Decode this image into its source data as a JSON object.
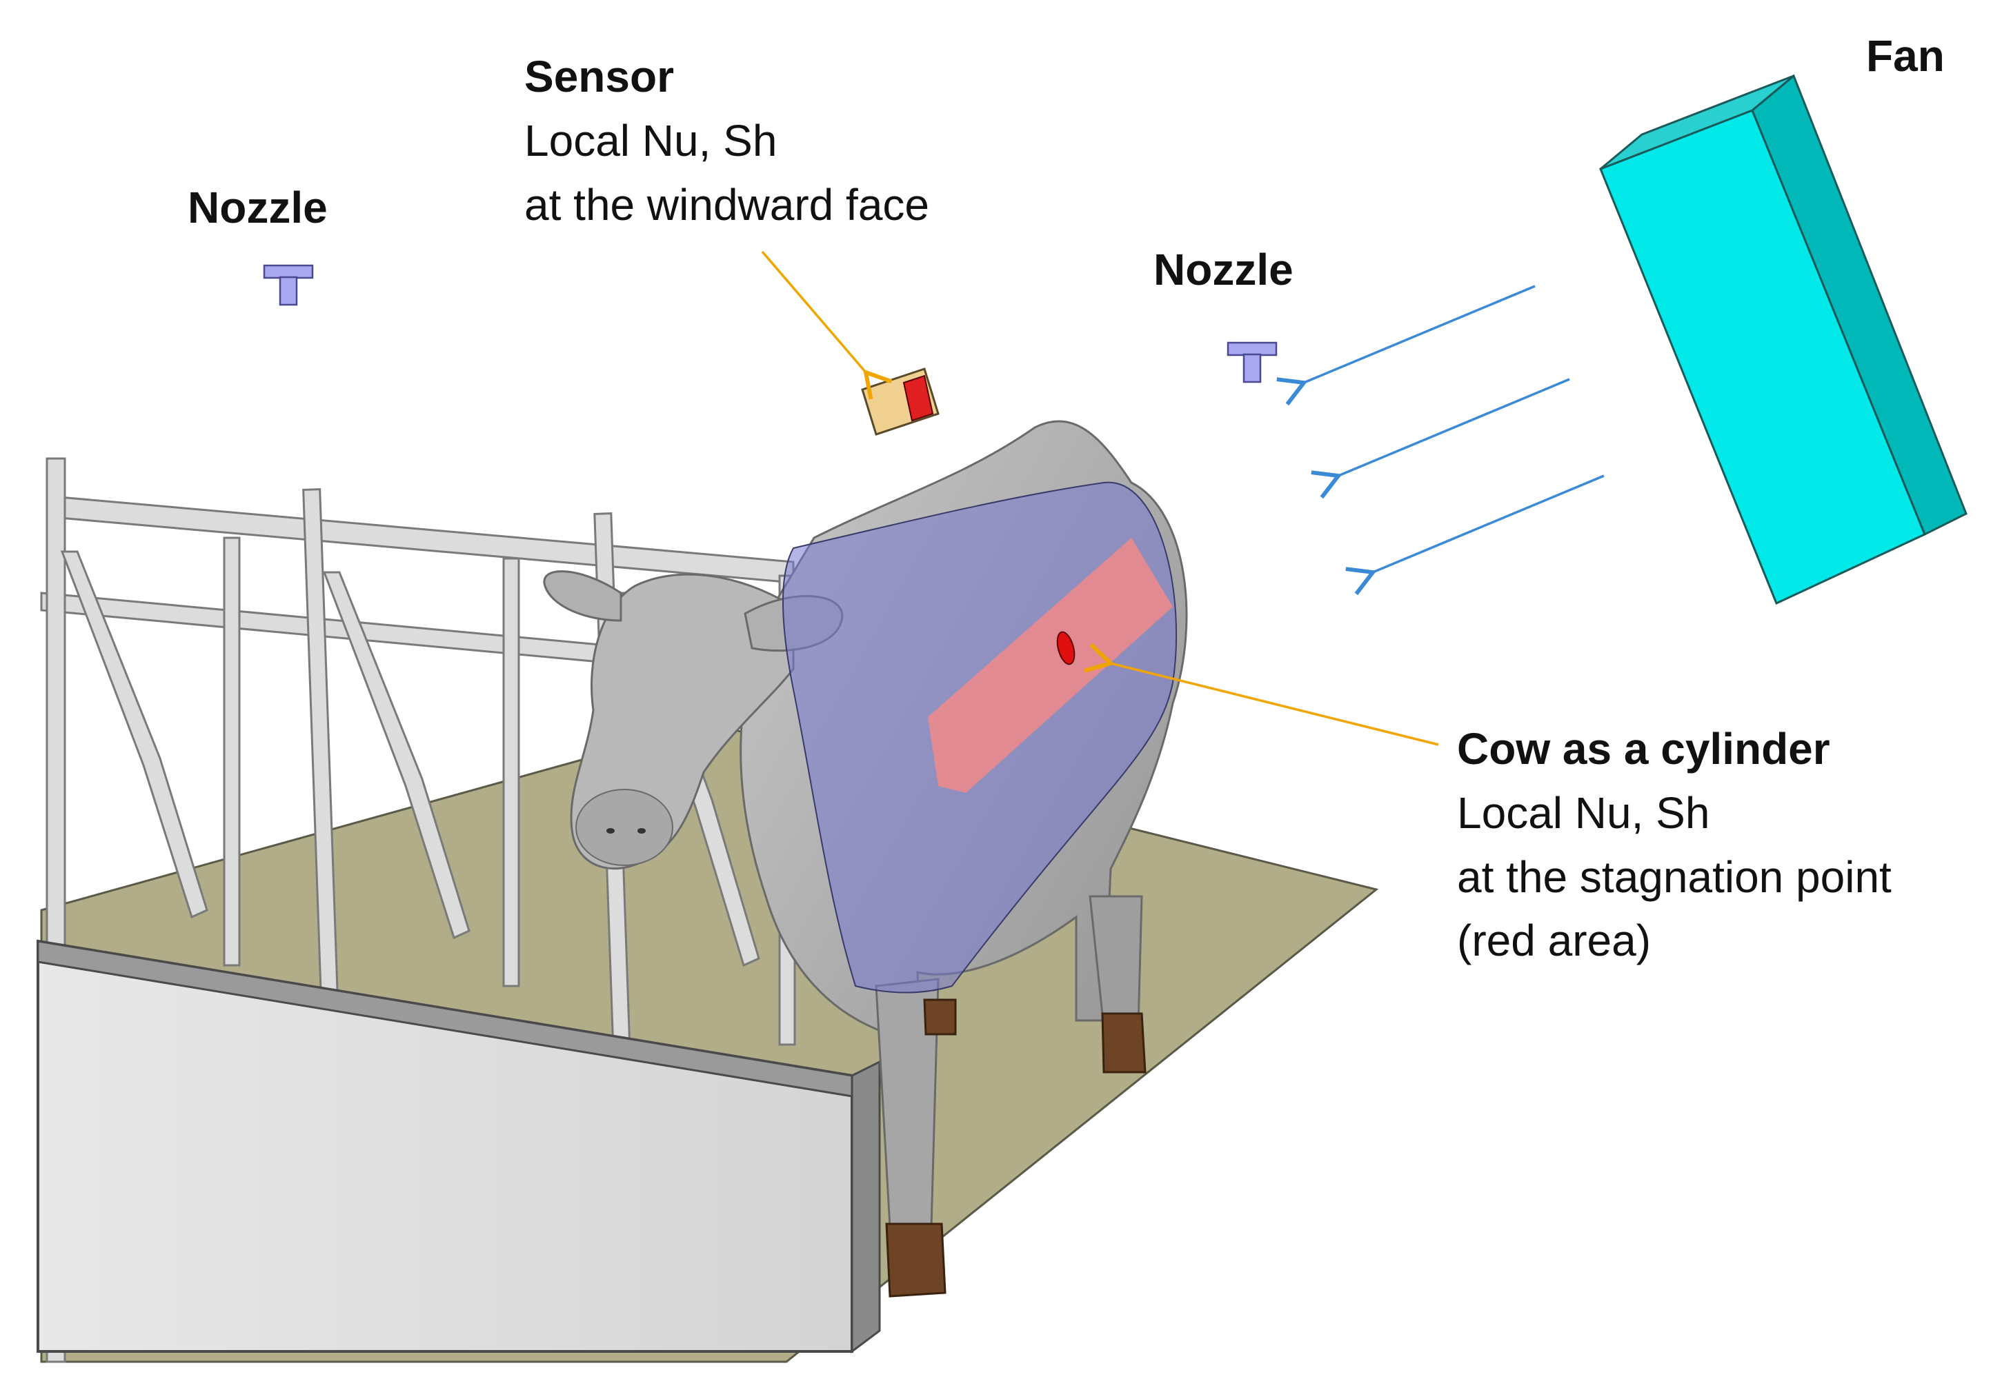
{
  "labels": {
    "nozzle_left": "Nozzle",
    "nozzle_right": "Nozzle",
    "fan": "Fan",
    "sensor": {
      "title": "Sensor",
      "line1": "Local Nu, Sh",
      "line2": "at the windward face"
    },
    "cow": {
      "title": "Cow as a cylinder",
      "line1": "Local Nu, Sh",
      "line2": "at the stagnation point",
      "line3": "(red area)"
    }
  },
  "icons": {
    "nozzle": "nozzle-icon",
    "sensor": "sensor-icon",
    "fan": "fan-box",
    "airflow": "airflow-arrow",
    "cow": "cow-model",
    "cylinder": "cylinder-overlay",
    "stall": "stall-fence",
    "floor": "floor-plate",
    "wall": "feed-wall"
  },
  "colors": {
    "fan_front": "#00e8e8",
    "fan_side": "#00b8b8",
    "fan_top": "#2ad0d0",
    "airflow": "#3a8ad6",
    "leader": "#f0a500",
    "cylinder": "#7878d0",
    "stagnation_band": "#f08a8a",
    "stagnation_point": "#e01010",
    "cow": "#b4b4b4",
    "floor": "#b0ad88",
    "wall": "#dedede",
    "fence": "#d8d8d8",
    "nozzle": "#a8a8f0",
    "sensor_body": "#f0d090"
  }
}
